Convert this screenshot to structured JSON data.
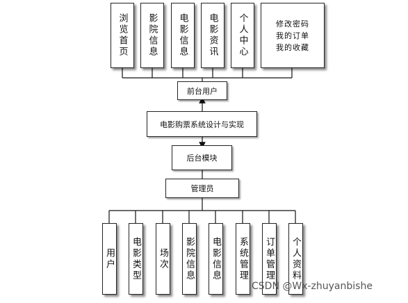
{
  "top_modules": [
    "浏览首页",
    "影院信息",
    "电影信息",
    "电影资讯",
    "个人中心"
  ],
  "user_extra": [
    "修改密码",
    "我的订单",
    "我的收藏"
  ],
  "front_user": "前台用户",
  "system_title": "电影购票系统设计与实现",
  "backend": "后台模块",
  "admin": "管理员",
  "bottom_modules": [
    "用户",
    "电影类型",
    "场次",
    "影院信息",
    "电影信息",
    "系统管理",
    "订单管理",
    "个人资料"
  ],
  "watermark": "CSDN @Wx-zhuyanbishe"
}
